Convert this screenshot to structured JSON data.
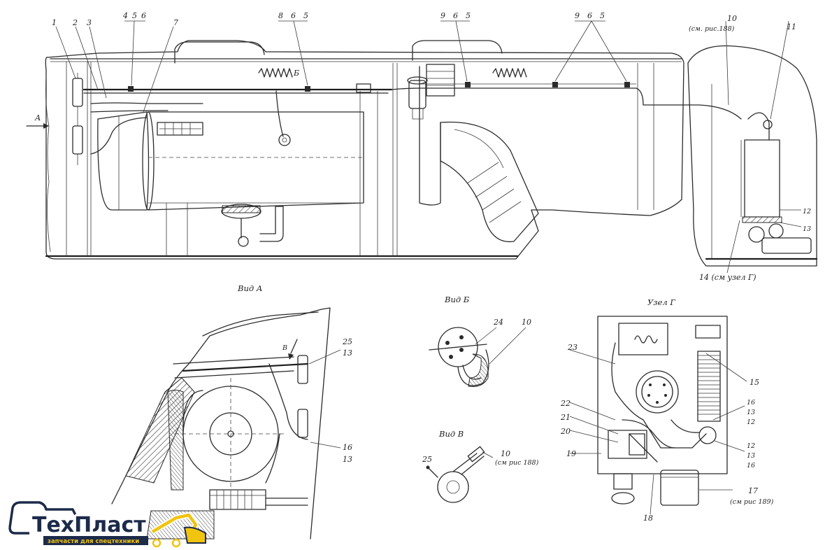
{
  "callouts": {
    "top": [
      "1",
      "2",
      "3",
      "4",
      "5",
      "6",
      "7",
      "8",
      "6",
      "5",
      "9",
      "6",
      "5",
      "9",
      "6",
      "5",
      "11",
      "12",
      "13"
    ],
    "ref_10_label": "10",
    "ref_10_note": "(см. рис.188)",
    "ref_14_label": "14 (см узел Г)",
    "arrow_a": "А",
    "arrow_b": "Б"
  },
  "views": {
    "view_a": {
      "title": "Вид А",
      "labels": [
        "25",
        "13",
        "16",
        "13"
      ],
      "arrow": "В"
    },
    "view_b": {
      "title": "Вид Б",
      "labels": [
        "24",
        "10"
      ]
    },
    "view_v": {
      "title": "Вид В",
      "labels": [
        "25",
        "10",
        "(см рис 188)"
      ]
    },
    "node_g": {
      "title": "Узел Г",
      "labels_left": [
        "23",
        "22",
        "21",
        "20",
        "19",
        "18"
      ],
      "labels_right": [
        "15",
        "16",
        "13",
        "12",
        "12",
        "13",
        "16",
        "17"
      ],
      "note_17": "(см рис 189)"
    }
  },
  "logo": {
    "brand_part1": "Тех",
    "brand_part2": "Пласт",
    "tagline": "запчасти для спецтехники",
    "color_dark": "#1c2b4a",
    "color_accent": "#f1c40f"
  }
}
